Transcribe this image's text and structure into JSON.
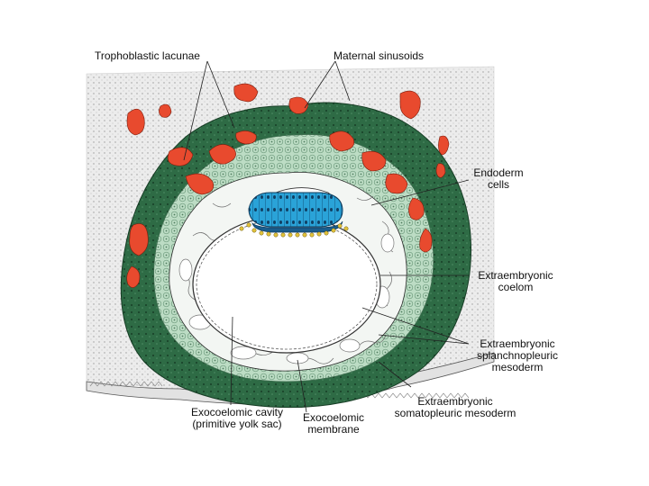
{
  "labels": {
    "trophoblastic_lacunae": "Trophoblastic lacunae",
    "maternal_sinusoids": "Maternal sinusoids",
    "endoderm_cells": [
      "Endoderm",
      "cells"
    ],
    "extraembryonic_coelom": [
      "Extraembryonic",
      "coelom"
    ],
    "extraembryonic_splanchnopleuric_mesoderm": [
      "Extraembryonic",
      "splanchnopleuric",
      "mesoderm"
    ],
    "extraembryonic_somatopleuric_mesoderm": [
      "Extraembryonic",
      "somatopleuric mesoderm"
    ],
    "exocoelomic_cavity": [
      "Exocoelomic cavity",
      "(primitive yolk sac)"
    ],
    "exocoelomic_membrane": [
      "Exocoelomic",
      "membrane"
    ]
  },
  "colors": {
    "background": "#ffffff",
    "endometrium_stroma": "#ececec",
    "syncytiotrophoblast": "#2e6b45",
    "cytotrophoblast": "#bcdcc4",
    "mesoderm": "#f4f7f4",
    "maternal_blood": "#e84a2e",
    "hypoblast": "#2aa3d8",
    "epiblast": "#1e78b8",
    "cavity": "#ffffff",
    "surface_epithelium": "#dcdcdc"
  }
}
